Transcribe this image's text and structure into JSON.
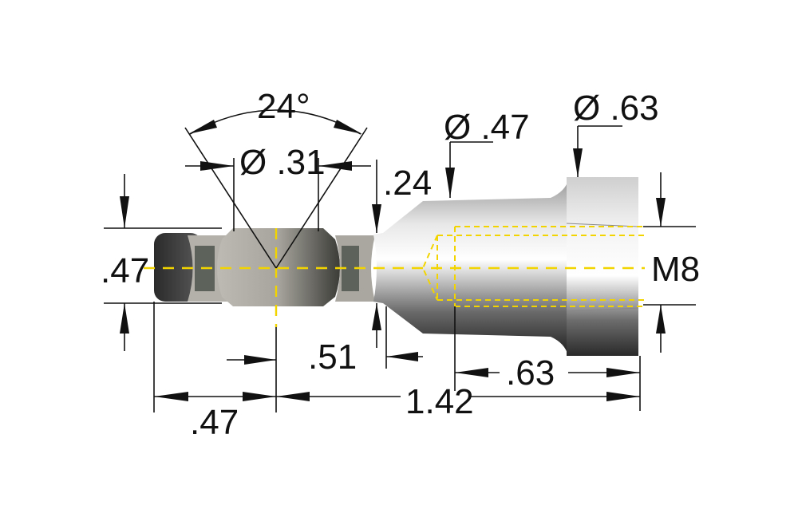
{
  "drawing": {
    "subject": "rod end (female thread)",
    "colors": {
      "centerline": "#f2d500",
      "line": "#111111",
      "background": "#ffffff"
    },
    "dimensions": {
      "angle": "24°",
      "ball_bore": "Ø .31",
      "neck": ".24",
      "body_dia": "Ø .47",
      "hex_dia": "Ø .63",
      "thread": "M8",
      "ball_width": ".47",
      "center_to_ball_end": ".47",
      "center_to_neck": ".51",
      "thread_depth": ".63",
      "overall_length": "1.42"
    }
  }
}
